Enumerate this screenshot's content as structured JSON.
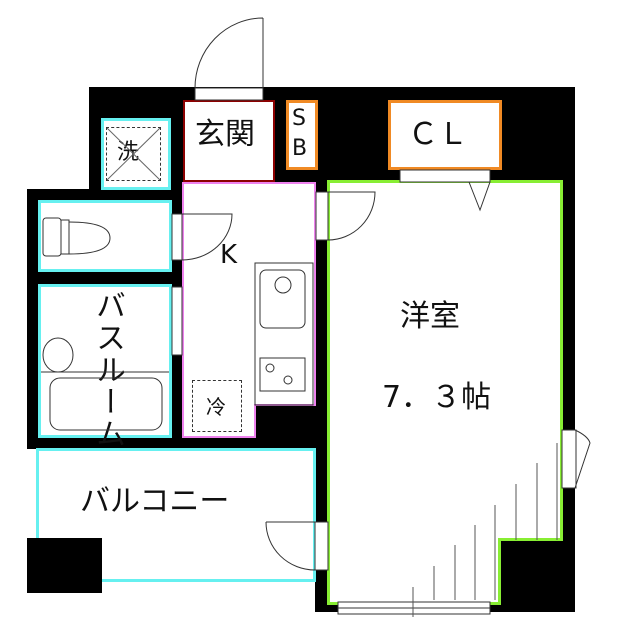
{
  "floor_plan": {
    "colors": {
      "wall": "#000000",
      "entrance_border": "#8b0000",
      "storage_border": "#f08a24",
      "water_room_border": "#66f0f0",
      "kitchen_border": "#ee82ee",
      "western_room_border": "#88ee33"
    },
    "rooms": {
      "entrance": {
        "label": "玄関"
      },
      "shoe_box": {
        "label_line1": "S",
        "label_line2": "B"
      },
      "closet": {
        "label": "ＣＬ"
      },
      "washer": {
        "label": "洗"
      },
      "toilet": {
        "label": ""
      },
      "bathroom": {
        "label": "バスルーム"
      },
      "kitchen": {
        "label": "K"
      },
      "fridge": {
        "label": "冷"
      },
      "western_room": {
        "label": "洋室",
        "size": "7．３帖"
      },
      "balcony": {
        "label": "バルコニー"
      }
    }
  }
}
